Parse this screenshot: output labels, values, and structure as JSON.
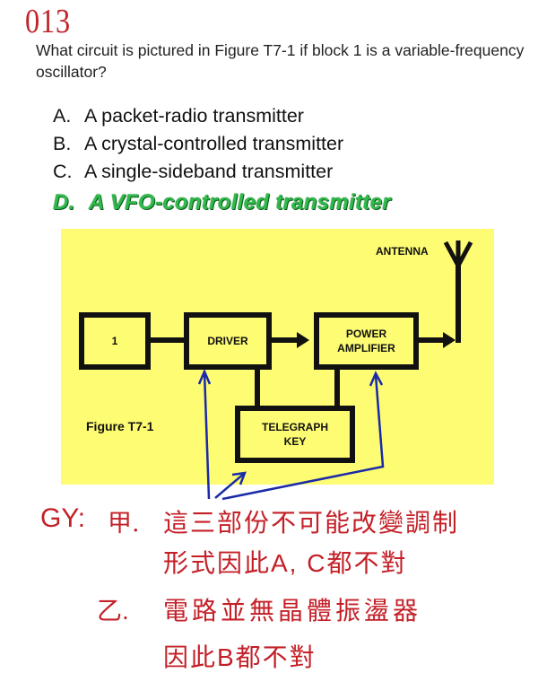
{
  "question": {
    "number": "013",
    "text": "What circuit is pictured in Figure T7-1 if block 1 is a variable-frequency oscillator?"
  },
  "options": [
    {
      "letter": "A.",
      "text": "A packet-radio transmitter",
      "correct": false
    },
    {
      "letter": "B.",
      "text": "A crystal-controlled transmitter",
      "correct": false
    },
    {
      "letter": "C.",
      "text": "A single-sideband transmitter",
      "correct": false
    },
    {
      "letter": "D.",
      "text": "A VFO-controlled transmitter",
      "correct": true
    }
  ],
  "figure": {
    "caption": "Figure T7-1",
    "background": "#fdfc72",
    "blocks": {
      "block1": "1",
      "driver": "DRIVER",
      "power_amp_line1": "POWER",
      "power_amp_line2": "AMPLIFIER",
      "telegraph_line1": "TELEGRAPH",
      "telegraph_line2": "KEY"
    },
    "antenna_label": "ANTENNA",
    "annotation_arrow_color": "#1a2aa8"
  },
  "explanation": {
    "prefix": "GY:",
    "part1_label": "甲.",
    "part1_line1": "這三部份不可能改變調制",
    "part1_line2": "形式因此A, C都不對",
    "part2_label": "乙.",
    "part2_line1": "電路並無晶體振盪器",
    "part2_line2": "因此B都不對",
    "color": "#c42028"
  },
  "colors": {
    "question_number": "#c0242a",
    "correct_answer": "#2fba4a"
  }
}
